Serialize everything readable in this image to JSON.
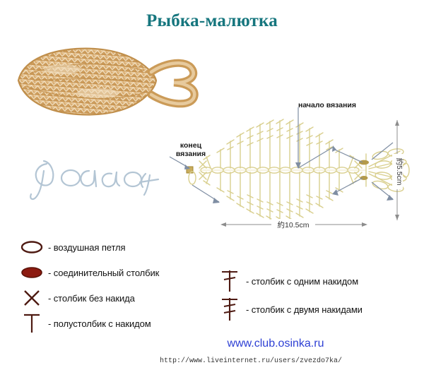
{
  "title": "Рыбка-малютка",
  "photo": {
    "alt_name": "crocheted-fish-photo",
    "yarn_color": "#d8a76a",
    "yarn_light": "#f3dcbb"
  },
  "watermark": {
    "text": "Podarok",
    "color": "#aebfcf"
  },
  "diagram": {
    "label_start": "начало вязания",
    "label_end_line1": "конец",
    "label_end_line2": "вязания",
    "dimension_width": "約10.5cm",
    "dimension_height": "約5.5cm",
    "stitch_color": "#d9cf8e",
    "marker_color": "#8a6d2a",
    "arrow_color": "#7f8ea3"
  },
  "legend": {
    "left": [
      {
        "symbol": "chain-loop",
        "label": "- воздушная петля"
      },
      {
        "symbol": "slip-stitch",
        "label": "- соединительный столбик"
      },
      {
        "symbol": "single-crochet",
        "label": "- столбик без накида"
      },
      {
        "symbol": "half-double-crochet",
        "label": "- полустолбик с накидом"
      }
    ],
    "right": [
      {
        "symbol": "double-crochet",
        "label": "- столбик с одним накидом"
      },
      {
        "symbol": "treble-crochet",
        "label": "- столбик с двумя накидами"
      }
    ],
    "symbol_color": "#5a1e16",
    "fill_color": "#8c1a10"
  },
  "footer": {
    "site": "www.club.osinka.ru",
    "site_color": "#2d3fd4",
    "source_url": "http://www.liveinternet.ru/users/zvezdo7ka/"
  }
}
